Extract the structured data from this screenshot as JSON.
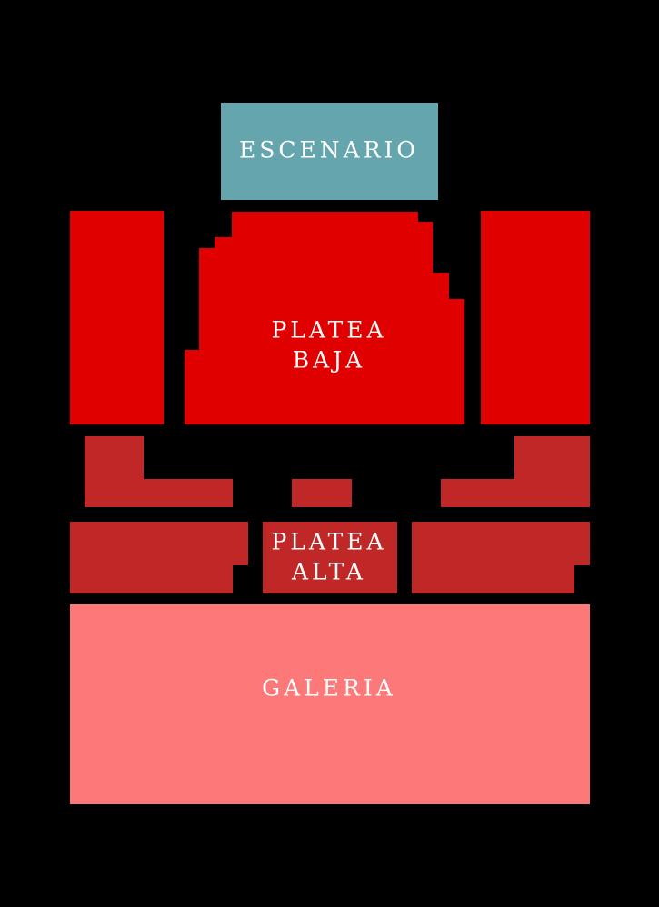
{
  "colors": {
    "background": "#000000",
    "stage": "#65a5ad",
    "platea_baja": "#e00000",
    "platea_alta": "#c02828",
    "galeria": "#fd7979",
    "label": "#ffffff"
  },
  "sections": {
    "stage": {
      "label": "ESCENARIO"
    },
    "platea_baja": {
      "line1": "PLATEA",
      "line2": "BAJA"
    },
    "platea_alta": {
      "line1": "PLATEA",
      "line2": "ALTA"
    },
    "galeria": {
      "label": "GALERIA"
    }
  }
}
